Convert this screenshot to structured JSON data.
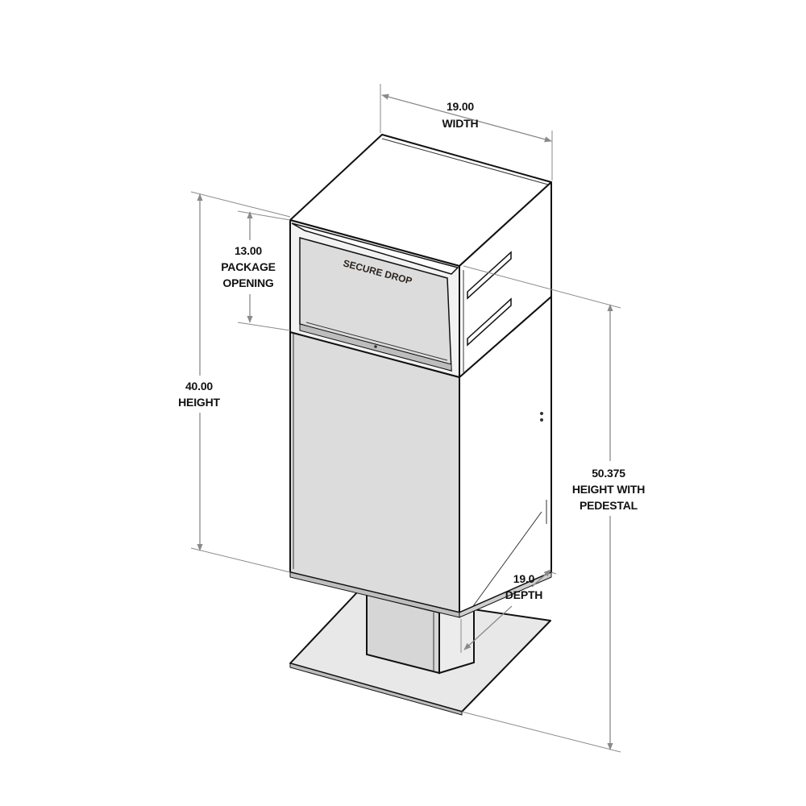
{
  "dimensions": {
    "width": {
      "value": "19.00",
      "label": "WIDTH"
    },
    "package_opening": {
      "value": "13.00",
      "line1": "PACKAGE",
      "line2": "OPENING"
    },
    "height": {
      "value": "40.00",
      "label": "HEIGHT"
    },
    "height_with_pedestal": {
      "value": "50.375",
      "line1": "HEIGHT WITH",
      "line2": "PEDESTAL"
    },
    "depth": {
      "value": "19.0",
      "label": "DEPTH"
    }
  },
  "product": {
    "brand_text": "SECURE DROP"
  },
  "colors": {
    "body_fill": "#dcdcdc",
    "outline": "#111111",
    "dimension_line": "#8a8a8a",
    "base_plate": "#e6e6e6"
  }
}
